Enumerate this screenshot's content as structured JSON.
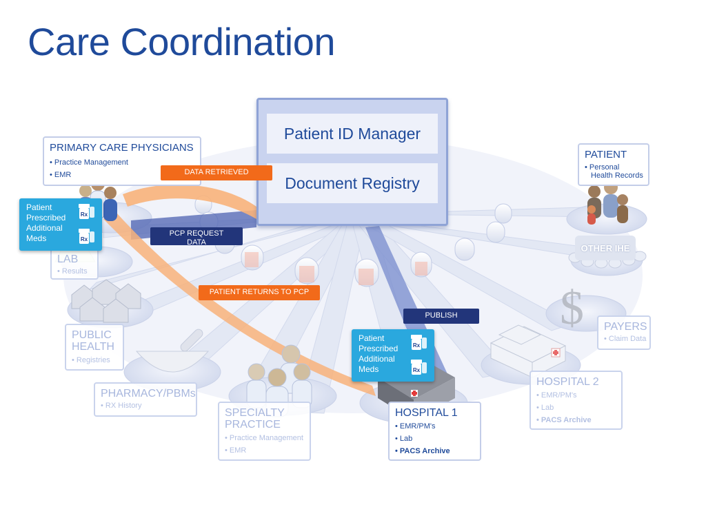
{
  "title": "Care Coordination",
  "hub": {
    "top_label": "Patient ID Manager",
    "bottom_label": "Document Registry"
  },
  "nodes": {
    "primary_care": {
      "title": "PRIMARY CARE PHYSICIANS",
      "items": [
        "• Practice Management",
        "• EMR"
      ]
    },
    "patient": {
      "title": "PATIENT",
      "items": [
        "• Personal",
        "Health Records"
      ]
    },
    "lab": {
      "title": "LAB",
      "items": [
        "• Results"
      ]
    },
    "other_ihe": {
      "title": "OTHER IHE"
    },
    "public_health": {
      "title_lines": [
        "PUBLIC",
        "HEALTH"
      ],
      "items": [
        "• Registries"
      ]
    },
    "payers": {
      "title": "PAYERS",
      "items": [
        "• Claim Data"
      ]
    },
    "pharmacy": {
      "title": "PHARMACY/PBMs",
      "items": [
        "• RX History"
      ]
    },
    "specialty": {
      "title_lines": [
        "SPECIALTY",
        "PRACTICE"
      ],
      "items": [
        "• Practice Management",
        "• EMR"
      ]
    },
    "hospital1": {
      "title": "HOSPITAL 1",
      "items": [
        "• EMR/PM's",
        "• Lab",
        "• PACS Archive"
      ]
    },
    "hospital2": {
      "title": "HOSPITAL 2",
      "items": [
        "• EMR/PM's",
        "• Lab",
        "• PACS Archive"
      ]
    }
  },
  "callouts": {
    "data_retrieved": "DATA RETRIEVED",
    "pcp_request_lines": [
      "PCP REQUEST",
      "DATA"
    ],
    "patient_returns": "PATIENT RETURNS TO PCP",
    "publish": "PUBLISH"
  },
  "rx_boxes": {
    "left": [
      "Patient",
      "Prescribed",
      "Additional",
      "Meds"
    ],
    "center": [
      "Patient",
      "Prescribed",
      "Additional",
      "Meds"
    ],
    "icon_label": "Rx"
  },
  "colors": {
    "title": "#1f4a9a",
    "orange": "#f26a1a",
    "navy": "#22357a",
    "rx_blue": "#2aa8de",
    "arrow_peach": "#f8b27a"
  }
}
